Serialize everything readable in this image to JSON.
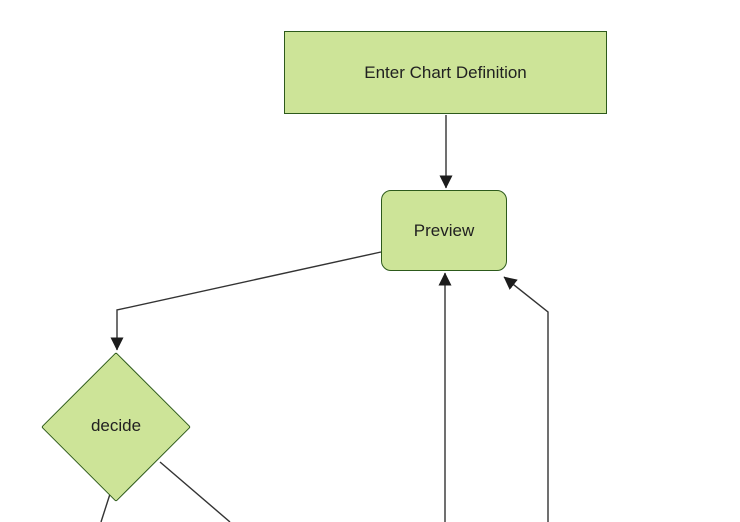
{
  "diagram": {
    "type": "flowchart",
    "background_color": "#ffffff",
    "colors": {
      "node_fill": "#cde498",
      "node_border": "#2d5a1b",
      "edge_line": "#333333",
      "arrowhead": "#1c1c1c",
      "label_text": "#212121"
    },
    "nodes": {
      "enter": {
        "label": "Enter Chart Definition",
        "shape": "rectangle"
      },
      "preview": {
        "label": "Preview",
        "shape": "rounded-rectangle"
      },
      "decide": {
        "label": "decide",
        "shape": "diamond"
      }
    },
    "edges": [
      {
        "from": "enter",
        "to": "preview",
        "arrowhead": true
      },
      {
        "from": "preview",
        "to": "decide",
        "arrowhead": true
      },
      {
        "from": "offscreen-bottom",
        "to": "preview",
        "arrowhead": true
      },
      {
        "from": "offscreen-bottom-right",
        "to": "preview",
        "arrowhead": true
      },
      {
        "from": "decide",
        "to": "offscreen-bottom-left",
        "arrowhead": false
      },
      {
        "from": "decide",
        "to": "offscreen-bottom-right",
        "arrowhead": false
      }
    ]
  }
}
